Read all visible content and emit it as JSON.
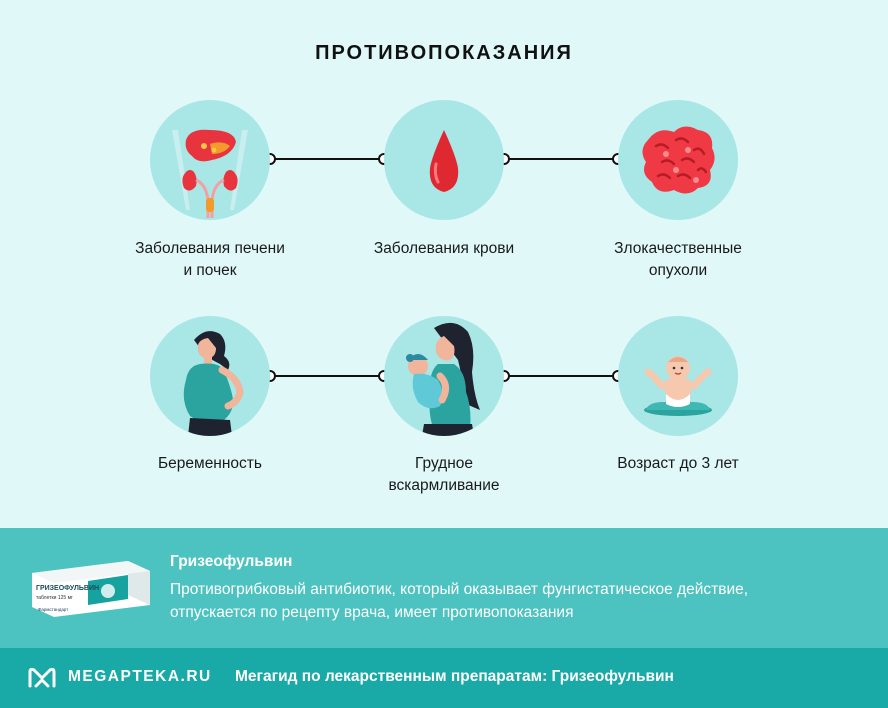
{
  "title": "ПРОТИВОПОКАЗАНИЯ",
  "items": [
    {
      "label_line1": "Заболевания печени",
      "label_line2": "и почек",
      "icon": "liver-kidney-icon"
    },
    {
      "label_line1": "Заболевания крови",
      "label_line2": "",
      "icon": "blood-drop-icon"
    },
    {
      "label_line1": "Злокачественные",
      "label_line2": "опухоли",
      "icon": "tumor-cells-icon"
    },
    {
      "label_line1": "Беременность",
      "label_line2": "",
      "icon": "pregnant-woman-icon"
    },
    {
      "label_line1": "Грудное",
      "label_line2": "вскармливание",
      "icon": "breastfeeding-icon"
    },
    {
      "label_line1": "Возраст до 3 лет",
      "label_line2": "",
      "icon": "baby-icon"
    }
  ],
  "drug": {
    "name": "Гризеофульвин",
    "description": "Противогрибковый антибиотик, который оказывает фунгистатическое действие, отпускается по рецепту врача, имеет противопоказания",
    "pack_name": "ГРИЗЕОФУЛЬВИН",
    "pack_dose": "таблетки 125 мг",
    "pack_maker": "Фармстандарт"
  },
  "footer": {
    "logo_text": "MEGAPTEKA.RU",
    "tagline": "Мегагид по лекарственным препаратам: Гризеофульвин"
  },
  "colors": {
    "background": "#e0f8f8",
    "circle": "#a9e6e6",
    "band": "#4cc3c0",
    "footer": "#19a9a6",
    "accent_red": "#e8343e"
  }
}
